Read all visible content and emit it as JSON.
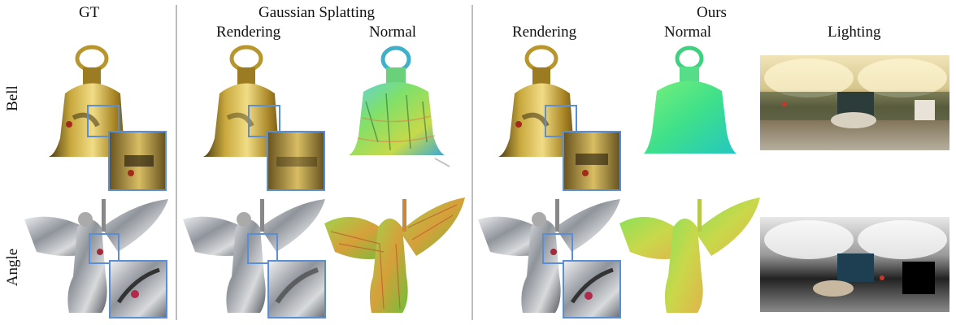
{
  "figure": {
    "headers": {
      "gt": "GT",
      "gaussian_splatting": "Gaussian Splatting",
      "ours": "Ours",
      "gs_rendering": "Rendering",
      "gs_normal": "Normal",
      "ours_rendering": "Rendering",
      "ours_normal": "Normal",
      "ours_lighting": "Lighting"
    },
    "rows": [
      {
        "label": "Bell"
      },
      {
        "label": "Angle"
      }
    ],
    "colors": {
      "inset_border": "#5a8fd8",
      "divider": "#bdbdbd",
      "gold": "#b8962e",
      "silver": "#9a9da3"
    }
  }
}
